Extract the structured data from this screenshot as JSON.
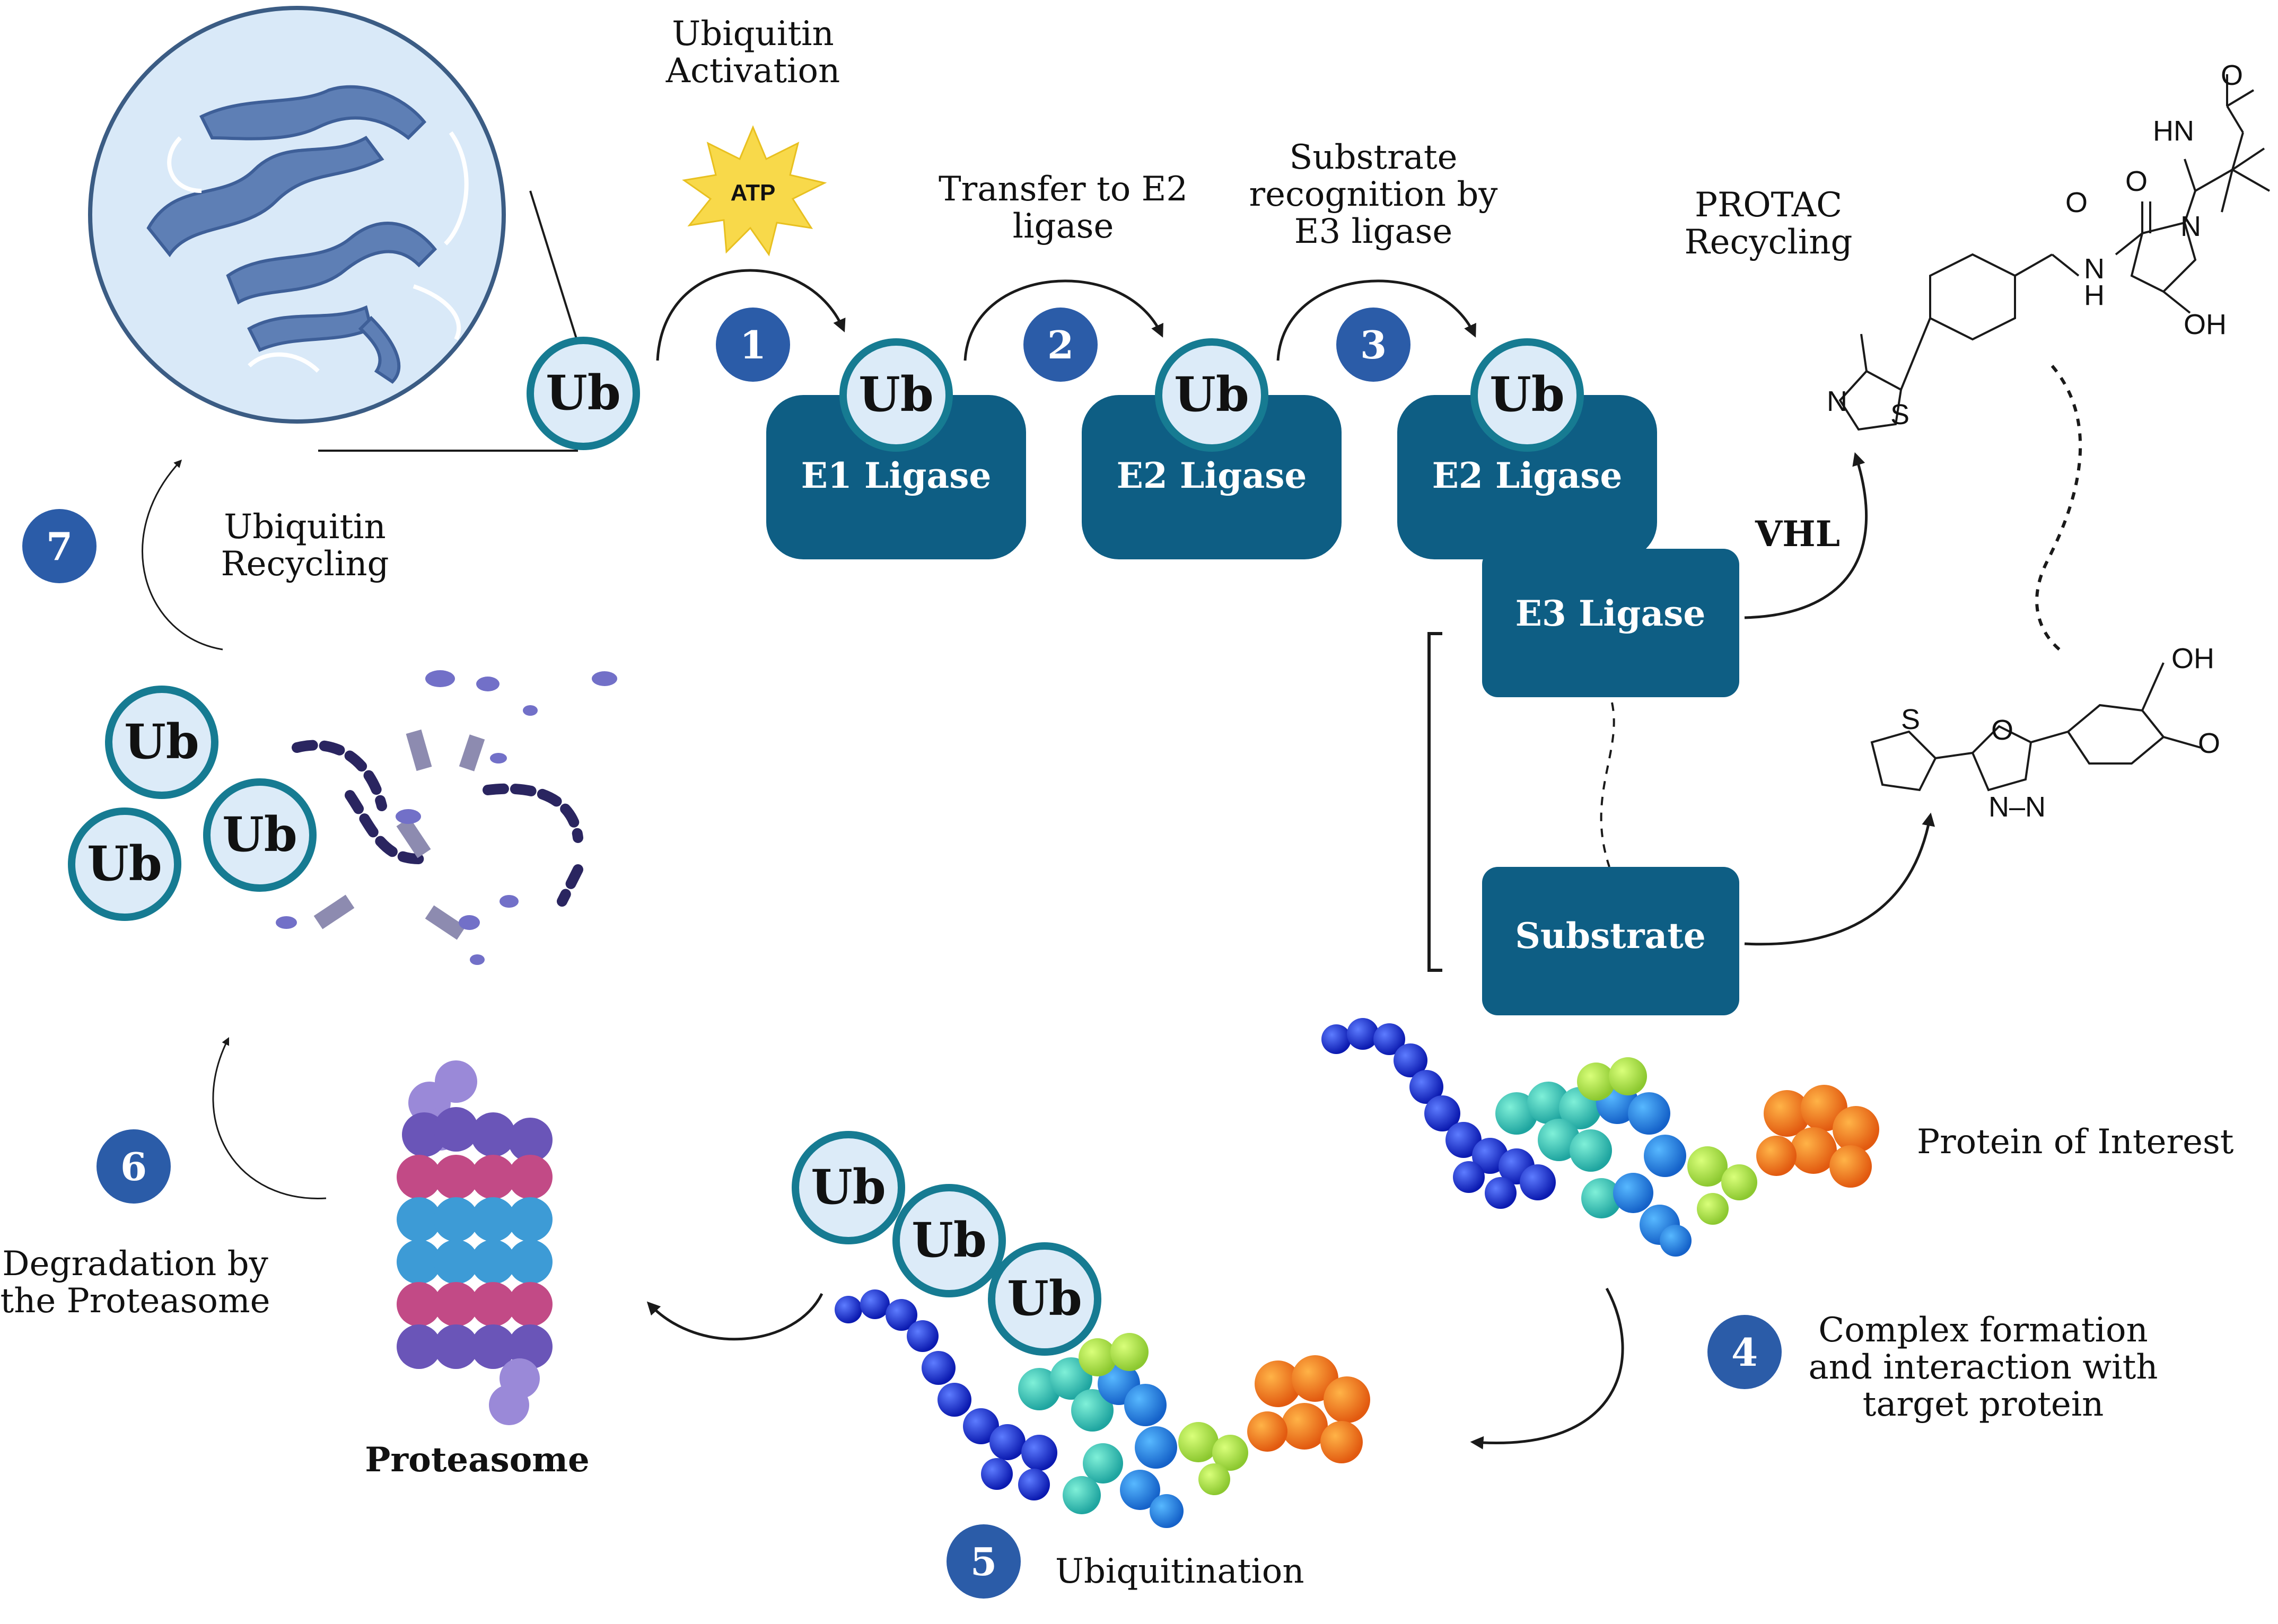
{
  "labels": {
    "activation": [
      "Ubiquitin",
      "Activation"
    ],
    "atp": "ATP",
    "transfer_e2": [
      "Transfer to E2",
      "ligase"
    ],
    "substrate_recognition": [
      "Substrate",
      "recognition by",
      "E3 ligase"
    ],
    "protac_recycling": [
      "PROTAC",
      "Recycling"
    ],
    "vhl": "VHL",
    "ub_recycling": [
      "Ubiquitin",
      "Recycling"
    ],
    "degradation": [
      "Degradation by",
      "the Proteasome"
    ],
    "proteasome": "Proteasome",
    "ubiquitination": "Ubiquitination",
    "complex_formation": [
      "Complex formation",
      "and interaction with",
      "target protein"
    ],
    "protein_of_interest": "Protein of Interest"
  },
  "ub": "Ub",
  "ligases": {
    "e1": "E1 Ligase",
    "e2a": "E2 Ligase",
    "e2b": "E2 Ligase",
    "e3": "E3 Ligase",
    "substrate": "Substrate"
  },
  "steps": [
    "1",
    "2",
    "3",
    "4",
    "5",
    "6",
    "7"
  ],
  "chem_labels": {
    "o1": "O",
    "hn": "HN",
    "o2": "O",
    "n1": "N",
    "o3": "O",
    "nh": "N",
    "h": "H",
    "oh1": "OH",
    "n_thz": "N",
    "s_thz": "S",
    "oh2": "OH",
    "ome": "O",
    "s_thio": "S",
    "o_oxa": "O",
    "n_oxa": "N–N"
  },
  "colors": {
    "ligase": "#0e5e84",
    "ub_ring": "#167b92",
    "ub_fill": "#dcebf8",
    "step": "#2b5ca8",
    "atp": "#f8d94a"
  },
  "icons": [
    "ubiquitin-structure-image",
    "atp-burst-icon",
    "proteasome-icon",
    "degraded-peptide-fragments",
    "protein-of-interest-image"
  ]
}
